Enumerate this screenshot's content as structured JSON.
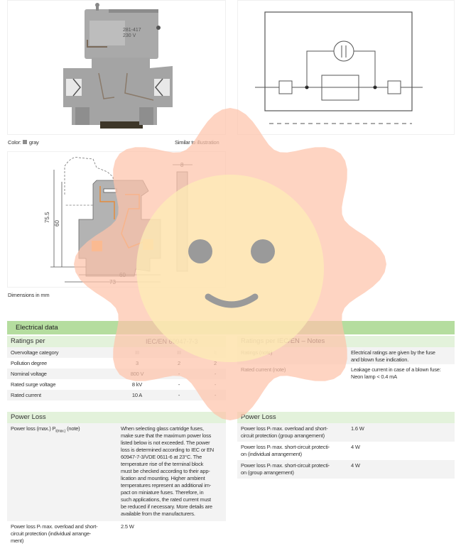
{
  "product_image": {
    "part_label": "281-417",
    "voltage_label": "230 V",
    "color_label": "Color:",
    "color_value": "gray",
    "color_swatch": "#8e8e8e",
    "note": "Similar to illustration"
  },
  "dimension_drawing": {
    "caption": "Dimensions in mm",
    "dims": {
      "height_total": "75.5",
      "height": "60",
      "width_inner": "60",
      "width_total": "73",
      "thickness": "8"
    }
  },
  "electrical_data": {
    "title": "Electrical data",
    "ratings": {
      "header": "Ratings per",
      "standard": "IEC/EN 60947-7-3",
      "rows": [
        {
          "label": "Overvoltage category",
          "values": [
            "III",
            "III",
            "II"
          ]
        },
        {
          "label": "Pollution degree",
          "values": [
            "3",
            "2",
            "2"
          ]
        },
        {
          "label": "Nominal voltage",
          "values": [
            "800 V",
            "-",
            "-"
          ]
        },
        {
          "label": "Rated surge voltage",
          "values": [
            "8 kV",
            "-",
            "-"
          ]
        },
        {
          "label": "Rated current",
          "values": [
            "10 A",
            "-",
            "-"
          ]
        }
      ]
    },
    "notes": {
      "header": "Ratings per IEC/EN – Notes",
      "rows": [
        {
          "label": "Ratings (note)",
          "value_lines": [
            "Electrical ratings are given by the fuse",
            "and blown fuse indication."
          ]
        },
        {
          "label": "Rated current (note)",
          "value_lines": [
            "Leakage current in case of a blown fuse:",
            "Neon lamp < 0.4 mA"
          ]
        }
      ]
    }
  },
  "power_loss_left": {
    "header": "Power Loss",
    "rows": [
      {
        "label_main": "Power loss (max.) P",
        "label_sub": "l(max.)",
        "label_tail": " (note)",
        "value_lines": [
          "When selecting glass cartridge fuses,",
          "make sure that the maximum power loss",
          "listed below is not exceeded. The power",
          "loss is determined according to IEC or EN",
          "60947-7-3/VDE 0611-6 at 23°C. The",
          "temperature rise of the terminal block",
          "must be checked according to their app-",
          "lication and mounting. Higher ambient",
          "temperatures represent an additional im-",
          "pact on miniature fuses. Therefore, in",
          "such applications, the rated current must",
          "be reduced if necessary. More details are",
          "available from the manufacturers."
        ]
      },
      {
        "label_lines": [
          "Power loss Pₗ max. overload and short-",
          "circuit protection (individual arrange-",
          "ment)"
        ],
        "value": "2.5 W"
      }
    ]
  },
  "power_loss_right": {
    "header": "Power Loss",
    "rows": [
      {
        "label_lines": [
          "Power loss Pₗ max. overload and short-",
          "circuit protection (group arrangement)"
        ],
        "value": "1.6 W"
      },
      {
        "label_lines": [
          "Power loss Pₗ max. short-circuit protecti-",
          "on (individual arrangement)"
        ],
        "value": "4 W"
      },
      {
        "label_lines": [
          "Power loss Pₗ max. short-circuit protecti-",
          "on (group arrangement)"
        ],
        "value": "4 W"
      }
    ]
  },
  "overlay": {
    "type": "sun-emoji",
    "ray_color": "#fdc4aa",
    "face_color": "#fdefb6",
    "feature_color": "#9a9a9a"
  }
}
